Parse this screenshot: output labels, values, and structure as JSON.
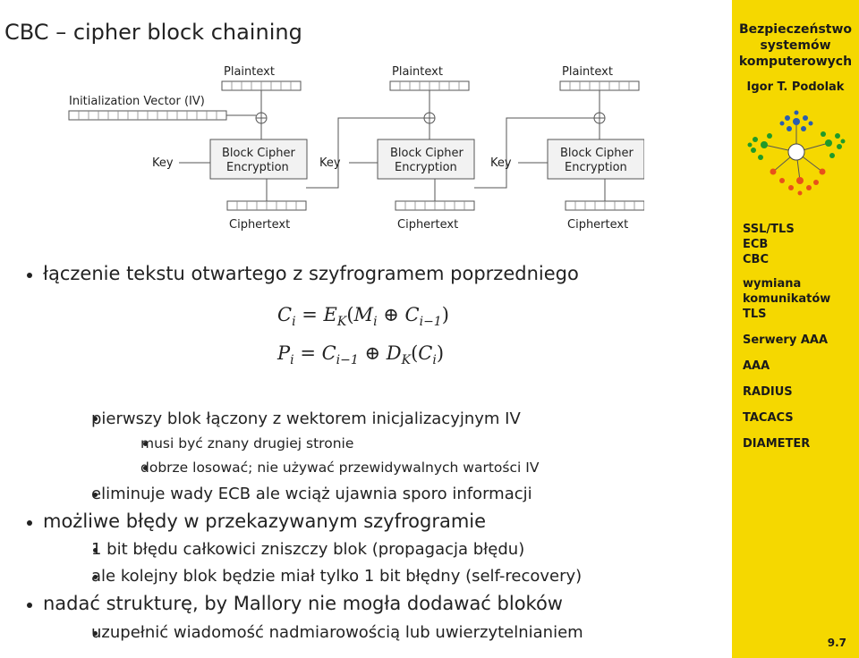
{
  "slide": {
    "title": "CBC – cipher block chaining",
    "page_number": "9.7"
  },
  "sidebar": {
    "course_title_lines": [
      "Bezpieczeństwo",
      "systemów",
      "komputerowych"
    ],
    "author": "Igor T. Podolak",
    "nav_items": [
      "SSL/TLS",
      "ECB",
      "CBC",
      "wymiana",
      "komunikatów",
      "TLS",
      "Serwery AAA",
      "AAA",
      "RADIUS",
      "TACACS",
      "DIAMETER"
    ]
  },
  "diagram": {
    "plaintext_label": "Plaintext",
    "ciphertext_label": "Ciphertext",
    "iv_label": "Initialization Vector (IV)",
    "key_label": "Key",
    "block_line1": "Block Cipher",
    "block_line2": "Encryption"
  },
  "content": {
    "b1_0": "łączenie tekstu otwartego z szyfrogramem poprzedniego",
    "b2_0": "pierwszy blok łączony z wektorem inicjalizacyjnym IV",
    "b3_0": "musi być znany drugiej stronie",
    "b3_1": "dobrze losować; nie używać przewidywalnych wartości IV",
    "b2_1": "eliminuje wady ECB ale wciąż ujawnia sporo informacji",
    "b1_1": "możliwe błędy w przekazywanym szyfrogramie",
    "b2_2": "1 bit błędu całkowici zniszczy blok (propagacja błędu)",
    "b2_3": "ale kolejny blok będzie miał tylko 1 bit błędny (self-recovery)",
    "b1_2": "nadać strukturę, by Mallory nie mogła dodawać bloków",
    "b2_4": "uzupełnić wiadomość nadmiarowością lub uwierzytelnianiem"
  },
  "colors": {
    "sidebar_bg": "#f5d800",
    "text": "#222222"
  }
}
